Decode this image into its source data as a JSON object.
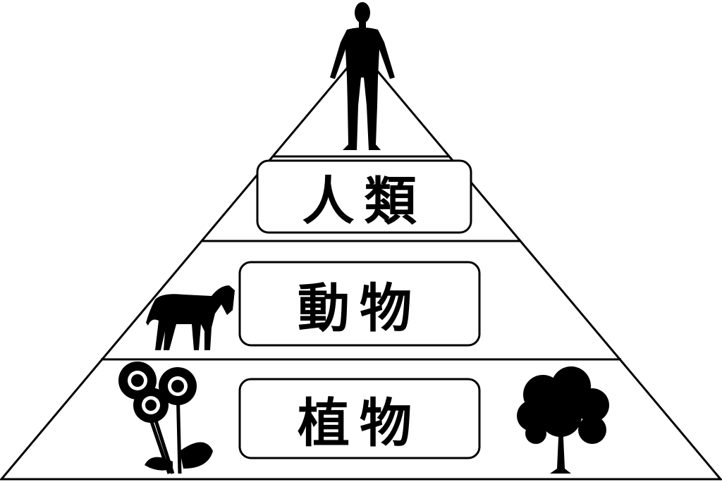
{
  "diagram": {
    "title": "Food pyramid",
    "tiers": [
      {
        "label": "人類",
        "icons": [
          "human-icon"
        ]
      },
      {
        "label": "動物",
        "icons": [
          "horse-icon"
        ]
      },
      {
        "label": "植物",
        "icons": [
          "sunflower-icon",
          "tree-icon"
        ]
      }
    ],
    "colors": {
      "stroke": "#000000",
      "fill": "#ffffff"
    }
  }
}
